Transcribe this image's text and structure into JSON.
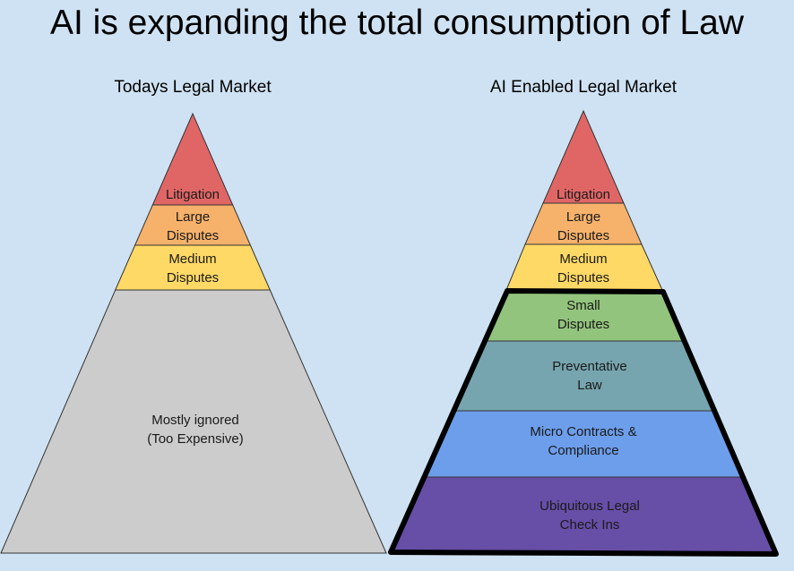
{
  "title": "AI is expanding the total consumption of Law",
  "colors": {
    "background": "#cfe2f3",
    "litigation": "#e06666",
    "large_disputes": "#f6b26b",
    "medium_disputes": "#ffd966",
    "mostly_ignored": "#cccccc",
    "small_disputes": "#93c47d",
    "preventative_law": "#76a5af",
    "micro_contracts": "#6d9eeb",
    "ubiquitous_checkins": "#674ea7"
  },
  "left_pyramid": {
    "heading": "Todays Legal Market",
    "layers": [
      {
        "line1": "Litigation",
        "line2": ""
      },
      {
        "line1": "Large",
        "line2": "Disputes"
      },
      {
        "line1": "Medium",
        "line2": "Disputes"
      },
      {
        "line1": "Mostly ignored",
        "line2": "(Too Expensive)"
      }
    ]
  },
  "right_pyramid": {
    "heading": "AI Enabled Legal Market",
    "layers": [
      {
        "line1": "Litigation",
        "line2": ""
      },
      {
        "line1": "Large",
        "line2": "Disputes"
      },
      {
        "line1": "Medium",
        "line2": "Disputes"
      },
      {
        "line1": "Small",
        "line2": "Disputes"
      },
      {
        "line1": "Preventative",
        "line2": "Law"
      },
      {
        "line1": "Micro Contracts &",
        "line2": "Compliance"
      },
      {
        "line1": "Ubiquitous Legal",
        "line2": "Check Ins"
      }
    ],
    "highlighted_section": "expanded market (outlined)"
  }
}
